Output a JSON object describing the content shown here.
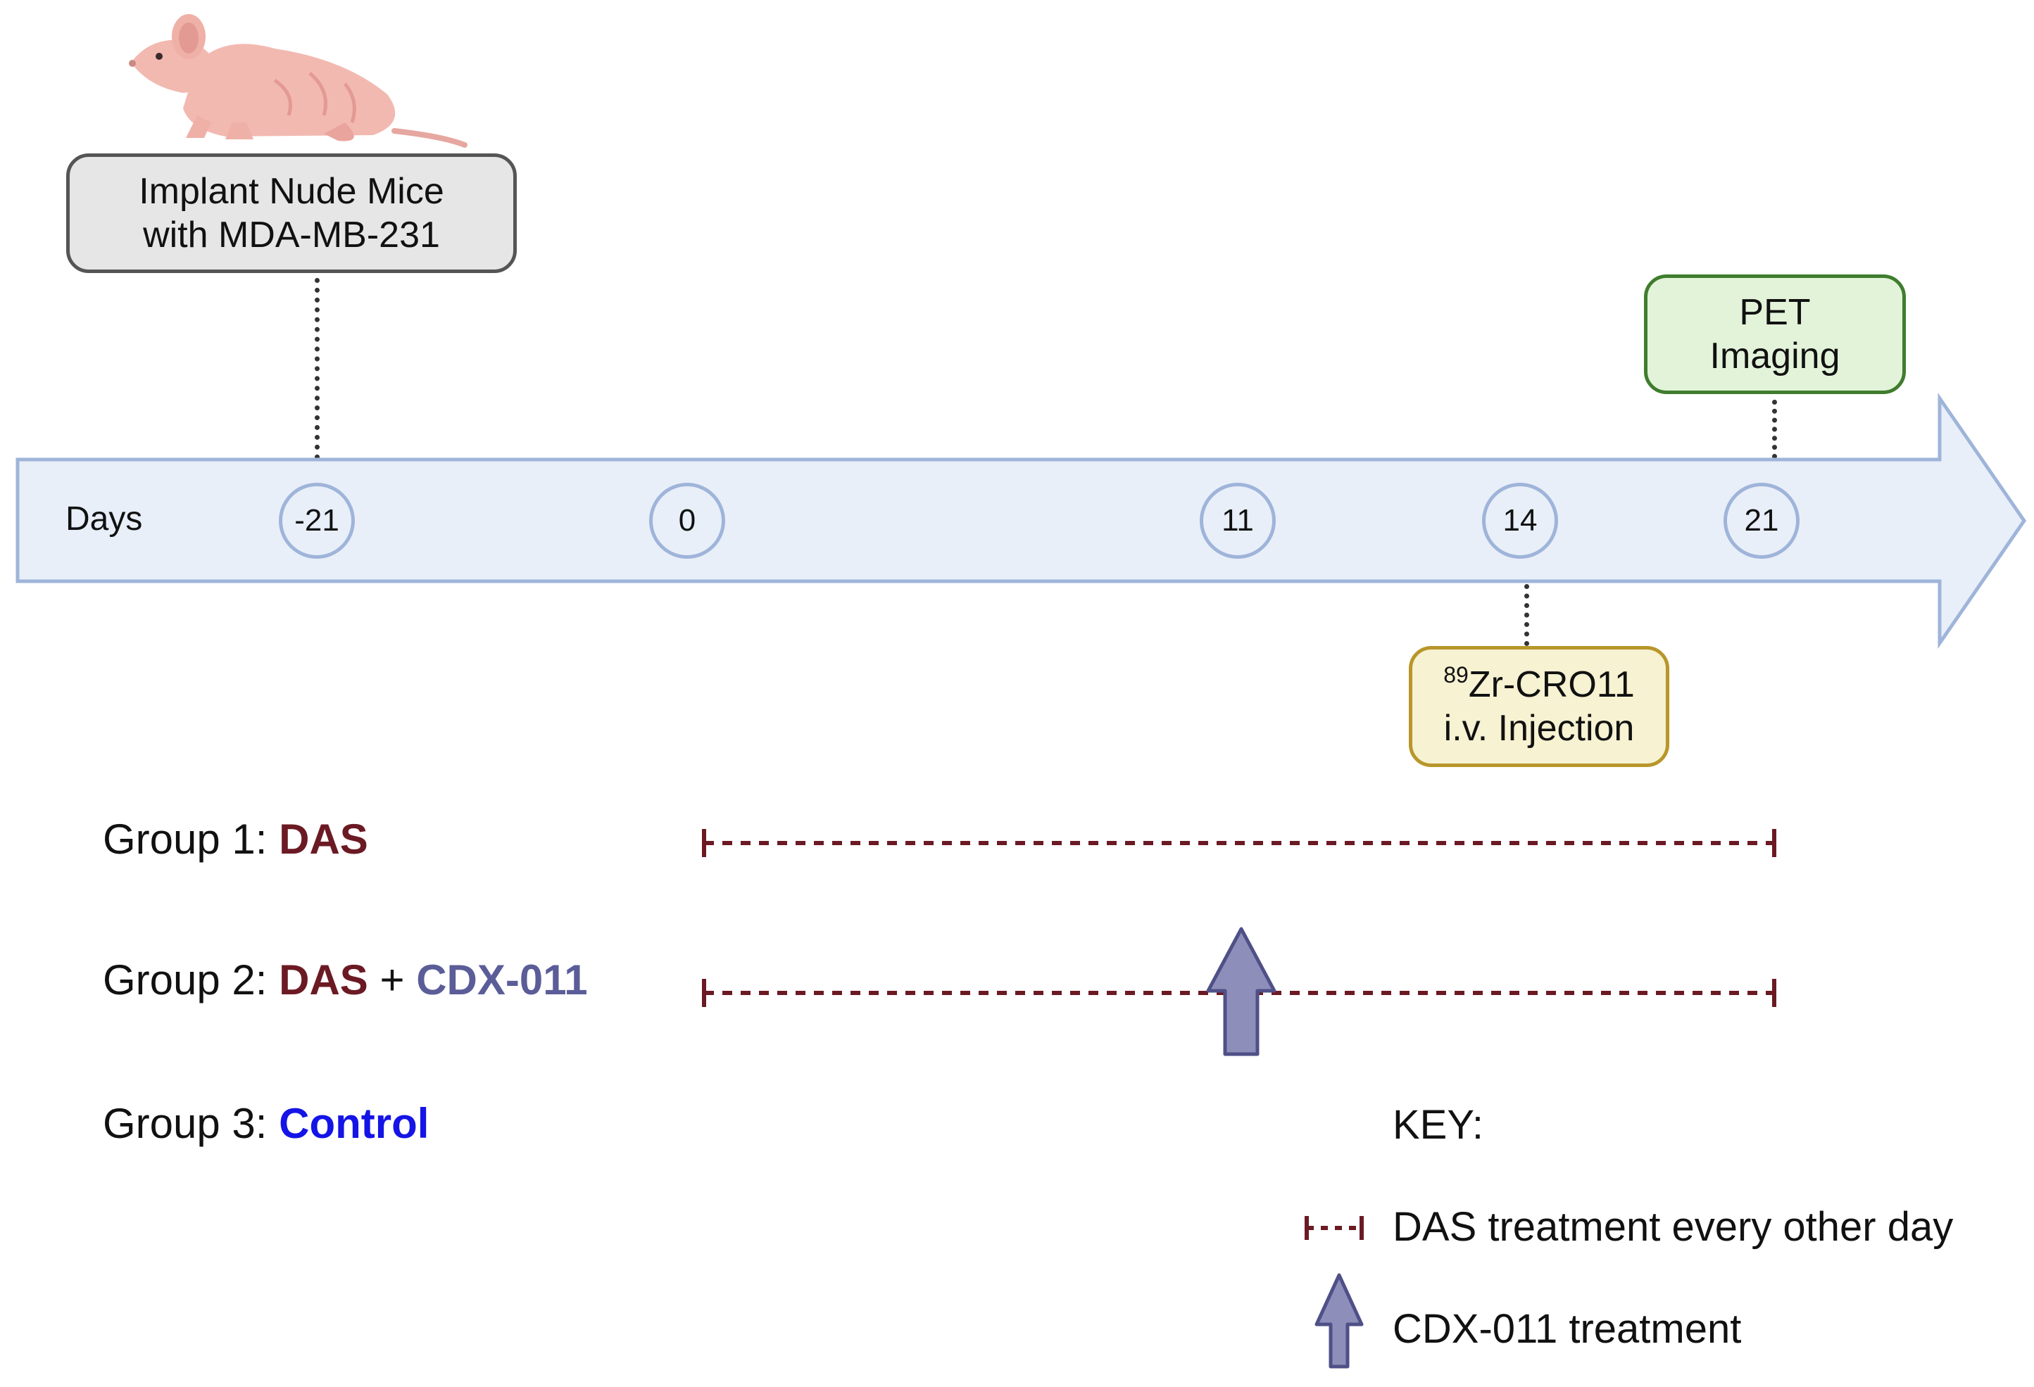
{
  "timeline": {
    "axis_label": "Days",
    "days": [
      "-21",
      "0",
      "11",
      "14",
      "21"
    ]
  },
  "events": {
    "implant": {
      "line1": "Implant Nude Mice",
      "line2": "with MDA-MB-231"
    },
    "pet": {
      "line1": "PET",
      "line2": "Imaging"
    },
    "injection": {
      "isotope_mass": "89",
      "line1_rest": "Zr-CRO11",
      "line2": "i.v. Injection"
    }
  },
  "groups": [
    {
      "prefix": "Group 1: ",
      "drug1": "DAS"
    },
    {
      "prefix": "Group 2: ",
      "drug1": "DAS",
      "plus": " + ",
      "drug2": "CDX-011"
    },
    {
      "prefix": "Group 3: ",
      "drug1": "Control"
    }
  ],
  "key": {
    "title": "KEY:",
    "das_label": "DAS treatment every other day",
    "cdx_label": "CDX-011 treatment"
  },
  "colors": {
    "das": "#6b1a24",
    "cdx": "#5b5d98",
    "control": "#1414e6",
    "timeline_fill": "#e8eff9",
    "timeline_stroke": "#9fb4d9",
    "implant_box": "#e6e6e6",
    "pet_box": "#e3f3da",
    "injection_box": "#f6f2d2"
  }
}
